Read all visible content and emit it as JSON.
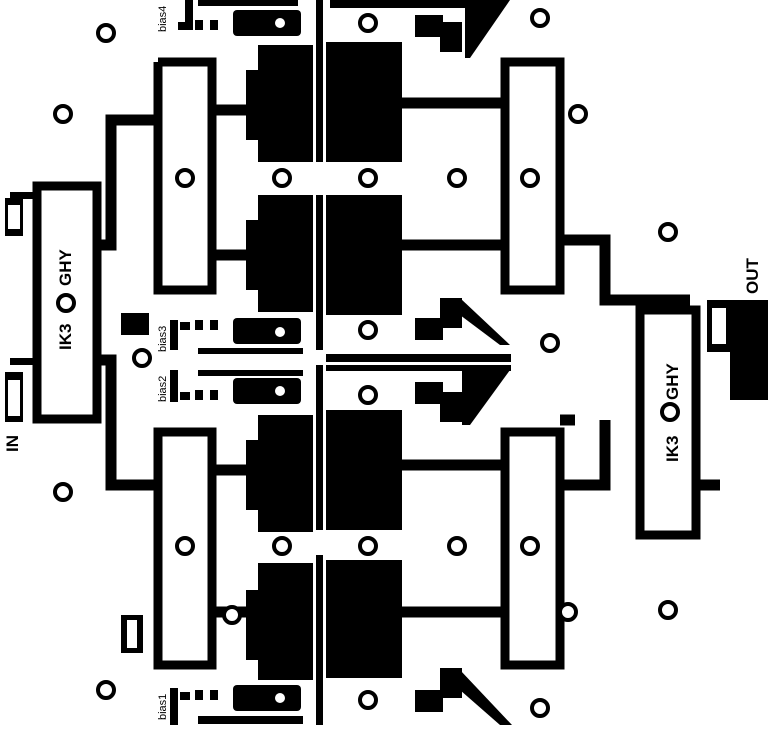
{
  "board": {
    "copper_color": "#000000",
    "substrate_color": "#ffffff",
    "labels": {
      "input": "IN",
      "output": "OUT",
      "bias1": "bias1",
      "bias2": "bias2",
      "bias3": "bias3",
      "bias4": "bias4",
      "callsign_prefix": "IK3",
      "callsign_suffix": "GHY"
    }
  }
}
